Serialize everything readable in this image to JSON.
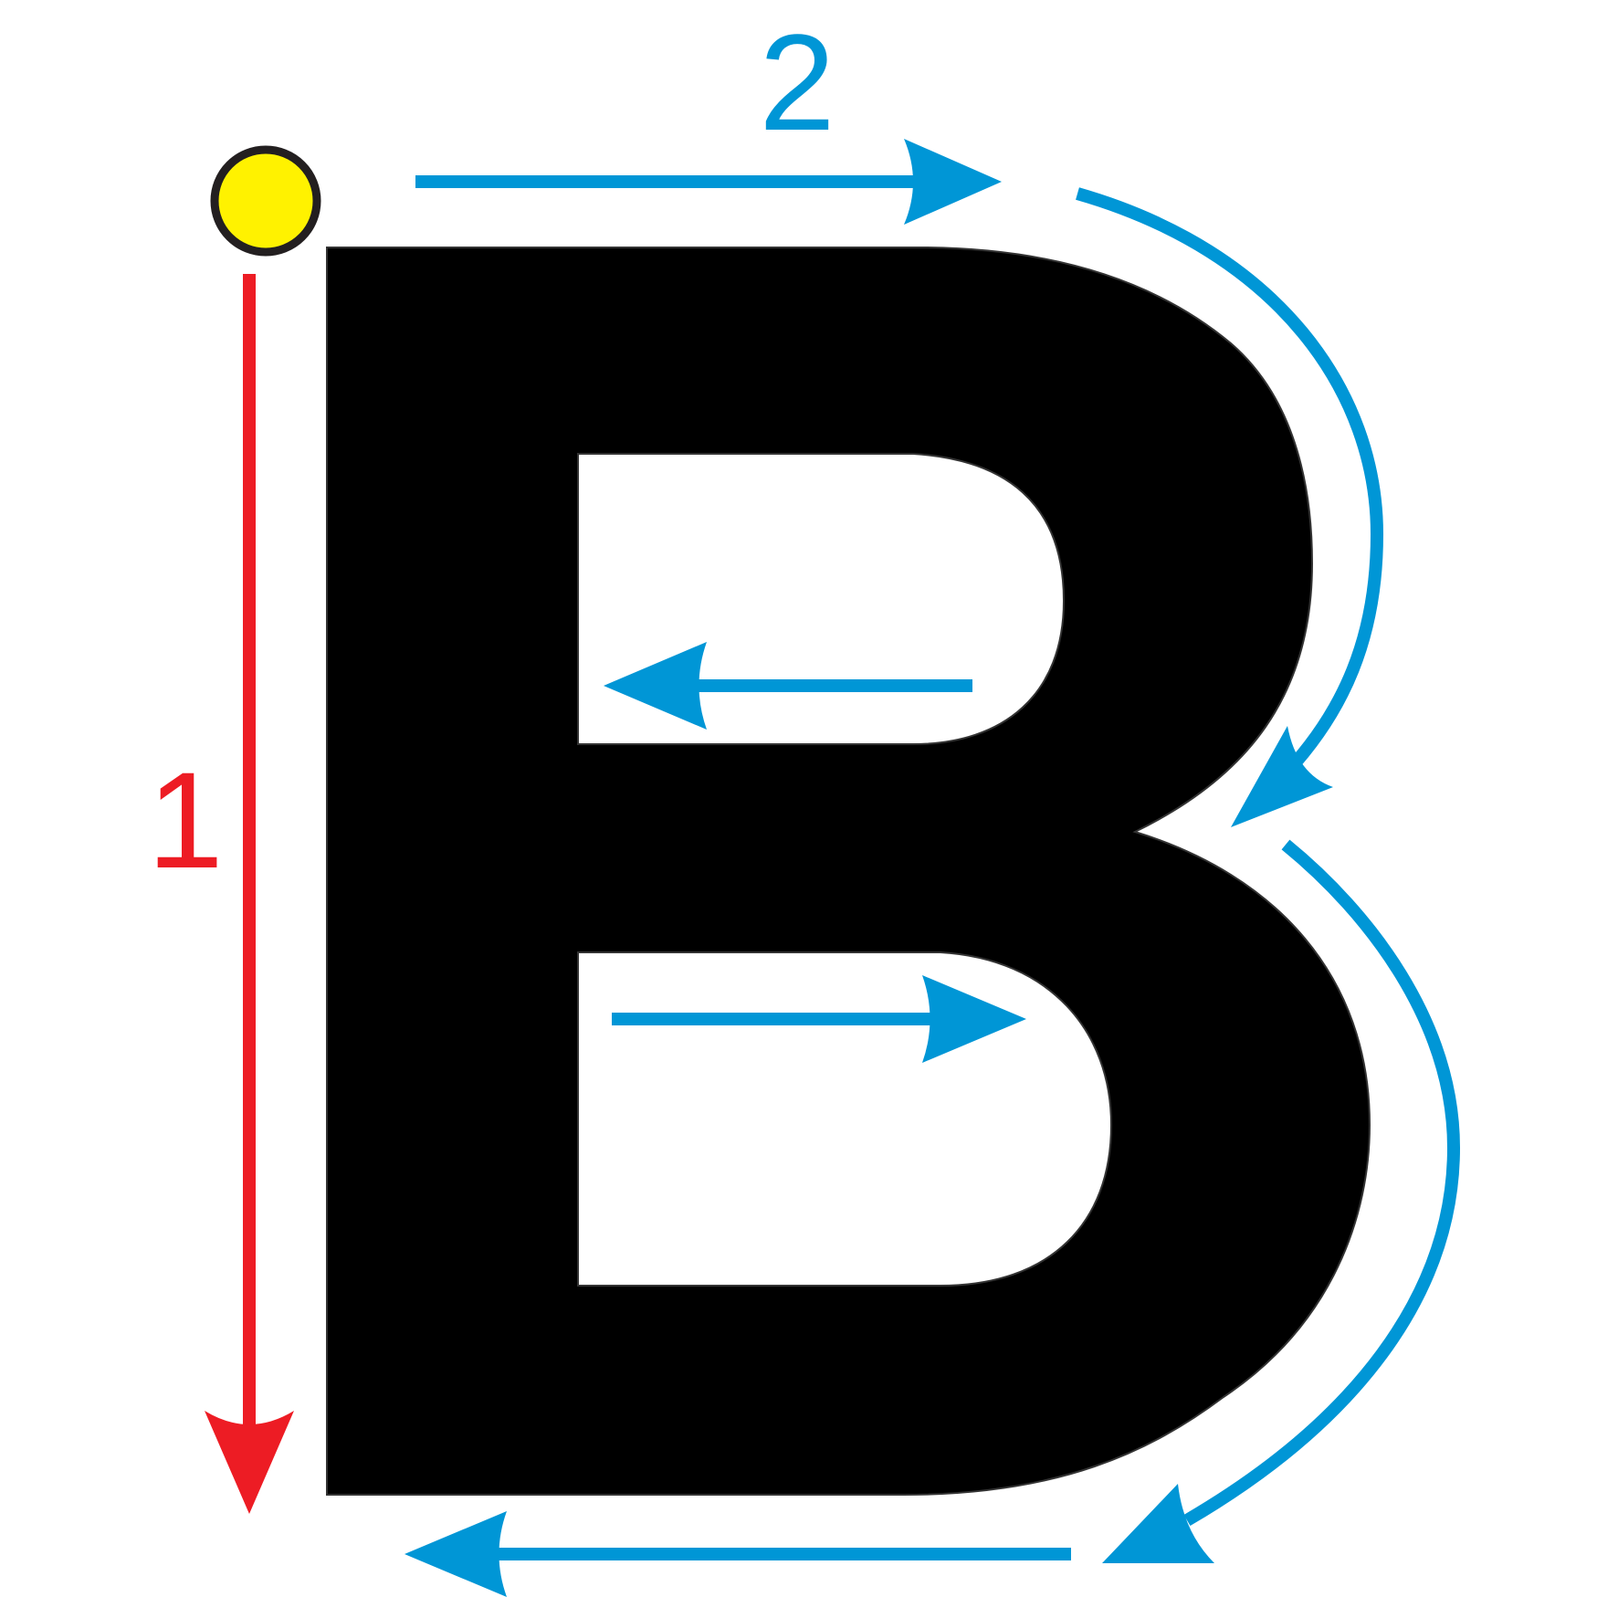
{
  "letter": "B",
  "strokes": [
    {
      "number": "1",
      "color": "#ed1c24"
    },
    {
      "number": "2",
      "color": "#0096d6"
    }
  ],
  "start_dot": {
    "fill": "#fff200",
    "outline": "#231f20"
  },
  "letter_color": "#000000"
}
